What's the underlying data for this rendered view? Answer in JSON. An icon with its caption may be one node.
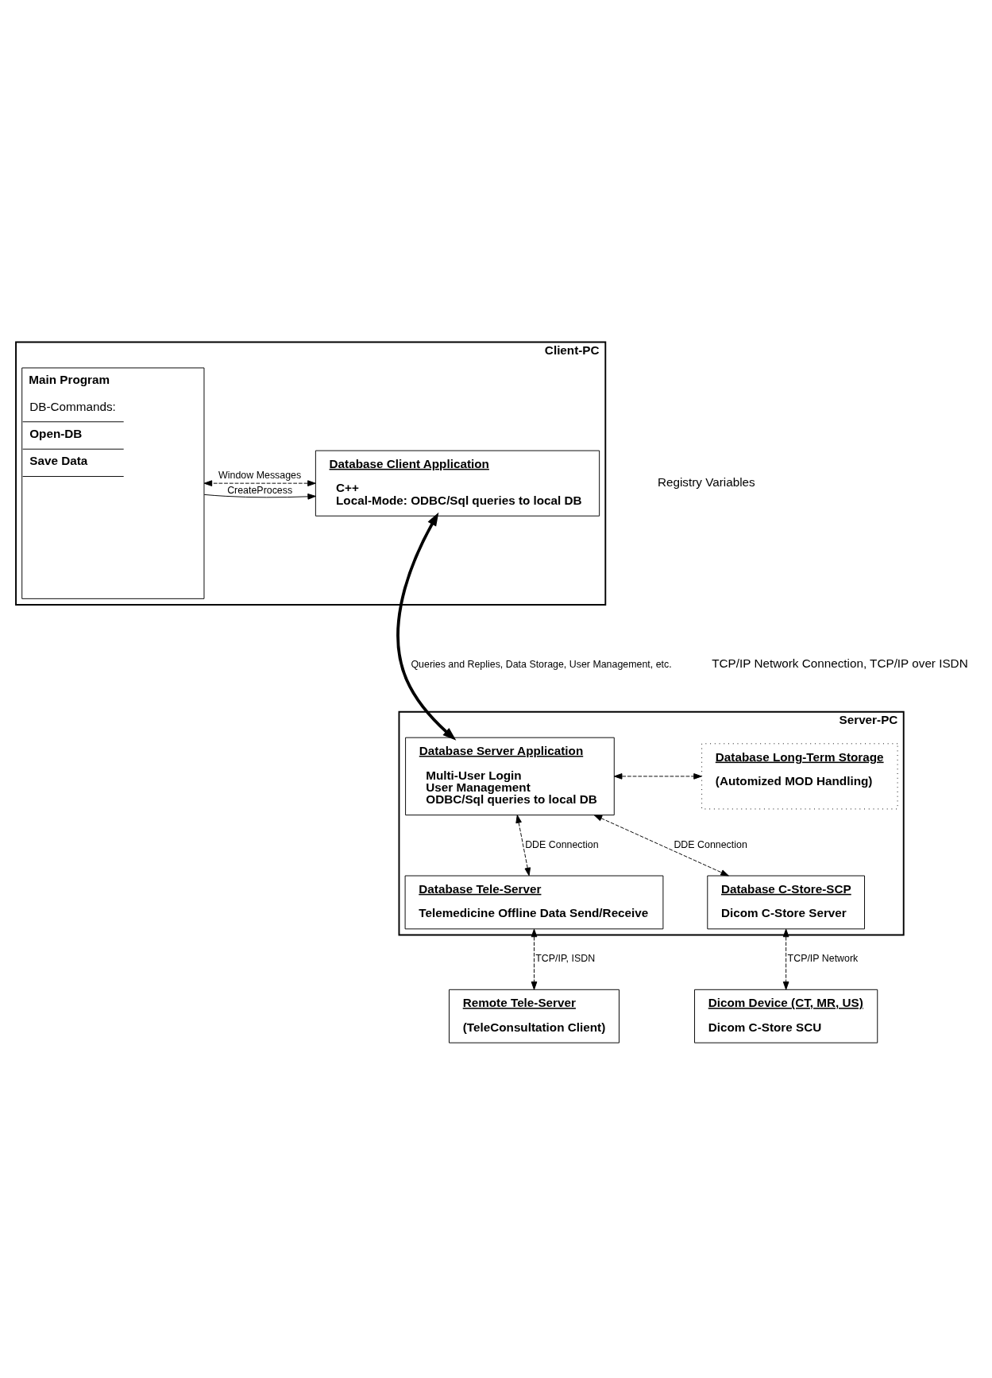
{
  "diagram": {
    "nodes": [
      {
        "text": [
          "Client-PC"
        ]
      },
      {
        "text": [
          "Database Client Application",
          "C++",
          "Local-Mode: ODBC/Sql queries to local DB"
        ],
        "in": 0
      },
      {
        "text": [
          "Main Program",
          "DB-Commands:",
          "Open-DB",
          "Save Data"
        ],
        "in": 0
      },
      {
        "text": [
          "Server-PC"
        ]
      },
      {
        "text": [
          "Database Server Application",
          "Multi-User Login",
          "User Management",
          "ODBC/Sql queries to local DB"
        ],
        "in": 3
      },
      {
        "text": [
          "Database Long-Term Storage",
          "(Automized MOD Handling)"
        ],
        "in": 3
      },
      {
        "text": [
          "Database Tele-Server",
          "Telemedicine Offline Data Send/Receive"
        ],
        "in": 3
      },
      {
        "text": [
          "Database C-Store-SCP",
          "Dicom C-Store Server"
        ],
        "in": 3
      },
      {
        "text": [
          "Remote Tele-Server",
          "(TeleConsultation Client)"
        ]
      },
      {
        "text": [
          "Dicom Device (CT, MR, US)",
          "Dicom C-Store SCU"
        ]
      }
    ],
    "edges": [
      {
        "from": 2,
        "to": 1,
        "arrow": "to",
        "label": "CreateProcess"
      },
      {
        "from": 1,
        "to": 2,
        "arrow": "both",
        "style": "dashed",
        "label": "Window Messages"
      },
      {
        "from": 1,
        "to": 4,
        "arrow": "both",
        "style": "thick",
        "label": "Queries and Replies, Data Storage, User Management, etc."
      },
      {
        "from": 4,
        "to": 5,
        "arrow": "both",
        "style": "dashed"
      },
      {
        "from": 4,
        "to": 6,
        "arrow": "both",
        "style": "dashed",
        "label": "DDE Connection"
      },
      {
        "from": 4,
        "to": 7,
        "arrow": "both",
        "style": "dashed",
        "label": "DDE Connection"
      },
      {
        "from": 6,
        "to": 8,
        "arrow": "both",
        "style": "dashed",
        "label": "TCP/IP, ISDN"
      },
      {
        "from": 7,
        "to": 9,
        "arrow": "both",
        "style": "dashed",
        "label": "TCP/IP Network"
      }
    ],
    "labels": [
      "Registry Variables",
      "TCP/IP Network Connection, TCP/IP over ISDN"
    ]
  }
}
